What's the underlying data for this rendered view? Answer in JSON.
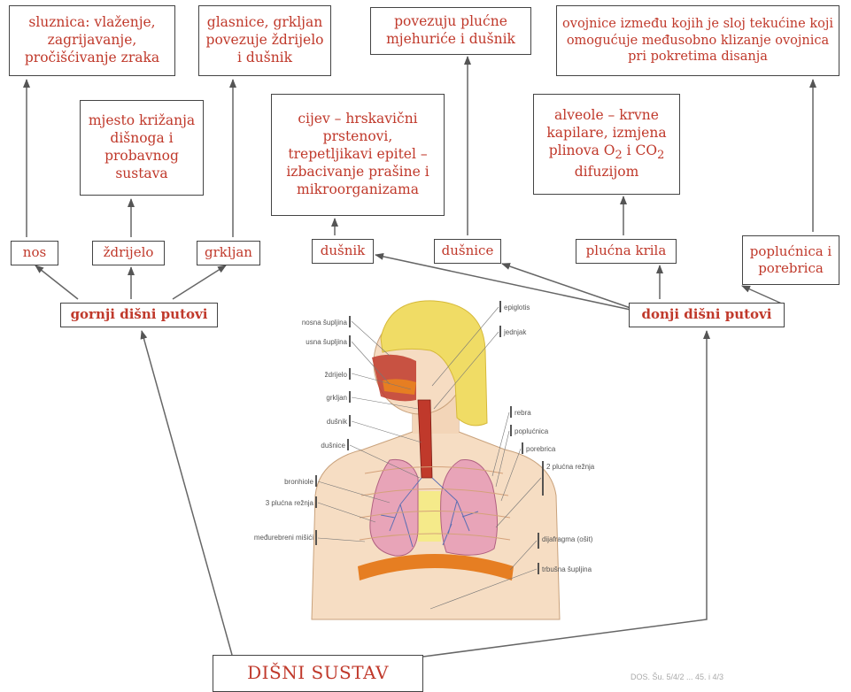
{
  "boxes": {
    "sluznica": "sluznica: vlaženje, zagrijavanje, pročišćivanje zraka",
    "glasnice": "glasnice, grkljan povezuje ždrijelo i dušnik",
    "povezuju": "povezuju plućne mjehuriće i dušnik",
    "ovojnice": "ovojnice između kojih je sloj tekućine koji omogućuje međusobno klizanje ovojnica pri pokretima disanja",
    "mjesto": "mjesto križanja dišnoga i probavnog sustava",
    "cijev": "cijev – hrskavični prstenovi, trepetljikavi epitel – izbacivanje prašine i mikroorganizama",
    "alveole_a": "alveole – krvne kapilare, izmjena plinova O",
    "alveole_sub1": "2",
    "alveole_mid": " i CO",
    "alveole_sub2": "2",
    "alveole_b": " difuzijom"
  },
  "labels": {
    "nos": "nos",
    "zdrijelo": "ždrijelo",
    "grkljan": "grkljan",
    "dusnik": "dušnik",
    "dusnice": "dušnice",
    "plucna_krila": "plućna krila",
    "poplucnica": "poplućnica i porebrica"
  },
  "groups": {
    "gornji": "gornji dišni putovi",
    "donji": "donji dišni putovi"
  },
  "main_title": "DIŠNI SUSTAV",
  "figure_labels": {
    "left": [
      "nosna šupljina",
      "usna šupljina",
      "ždrijelo",
      "grkljan",
      "dušnik",
      "dušnice",
      "bronhiole",
      "3 plućna režnja",
      "međurebreni mišići"
    ],
    "right": [
      "epiglotis",
      "jednjak",
      "rebra",
      "poplućnica",
      "porebrica",
      "2 plućna režnja",
      "dijafragma (ošit)",
      "trbušna šupljina"
    ]
  },
  "footer_text": "DOS. Šu. 5/4/2 ... 45. i 4/3",
  "colors": {
    "text_red": "#c0392b",
    "border": "#444444",
    "arrow": "#555555"
  }
}
